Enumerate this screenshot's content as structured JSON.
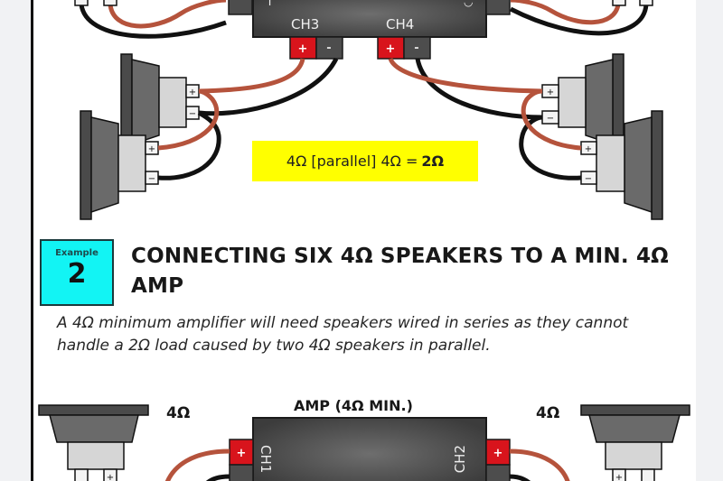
{
  "diagram_top": {
    "amplifier": {
      "channels": [
        {
          "label": "CH3",
          "positive": "+",
          "negative": "-"
        },
        {
          "label": "CH4",
          "positive": "+",
          "negative": "-"
        }
      ]
    },
    "speakers": [
      {
        "side": "left",
        "terminals": [
          "+",
          "-"
        ]
      },
      {
        "side": "left",
        "terminals": [
          "+",
          "-"
        ]
      },
      {
        "side": "right",
        "terminals": [
          "+",
          "-"
        ]
      },
      {
        "side": "right",
        "terminals": [
          "+",
          "-"
        ]
      }
    ],
    "equation": {
      "text": "4Ω [parallel] 4Ω =",
      "result": "2Ω"
    }
  },
  "example": {
    "badge_label": "Example",
    "badge_number": "2",
    "heading": "CONNECTING SIX 4Ω SPEAKERS TO A MIN. 4Ω AMP",
    "description": "A 4Ω minimum amplifier will need speakers wired in series as they cannot handle a 2Ω load caused by two 4Ω speakers in parallel."
  },
  "diagram_bottom": {
    "amp_title": "AMP (4Ω MIN.)",
    "channels": [
      {
        "label": "CH1",
        "positive": "+",
        "negative": "-"
      },
      {
        "label": "CH2",
        "positive": "+",
        "negative": "-"
      }
    ],
    "speaker_left_rating": "4Ω",
    "speaker_right_rating": "4Ω"
  },
  "colors": {
    "amp_body": "#4a4a4a",
    "positive_terminal": "#d8141c",
    "negative_terminal": "#4d4d4d",
    "positive_wire": "#b5533c",
    "negative_wire": "#111111",
    "highlight_yellow": "#ffff00",
    "badge_cyan": "#12f4f4"
  }
}
